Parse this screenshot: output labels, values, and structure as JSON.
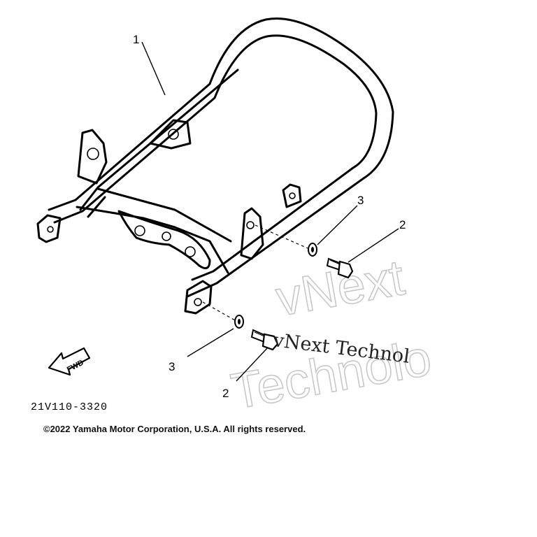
{
  "diagram": {
    "callouts": {
      "frame": "1",
      "bolt_upper": "2",
      "bolt_lower": "2",
      "washer_upper": "3",
      "washer_lower": "3"
    },
    "fwd_label": "FWD",
    "diagram_code": "21V110-3320",
    "copyright": "©2022 Yamaha Motor Corporation, U.S.A. All rights reserved.",
    "watermark": {
      "outline_line1": "vNext",
      "outline_line2": "Technolo",
      "dark_text": "vNext Technol"
    }
  }
}
